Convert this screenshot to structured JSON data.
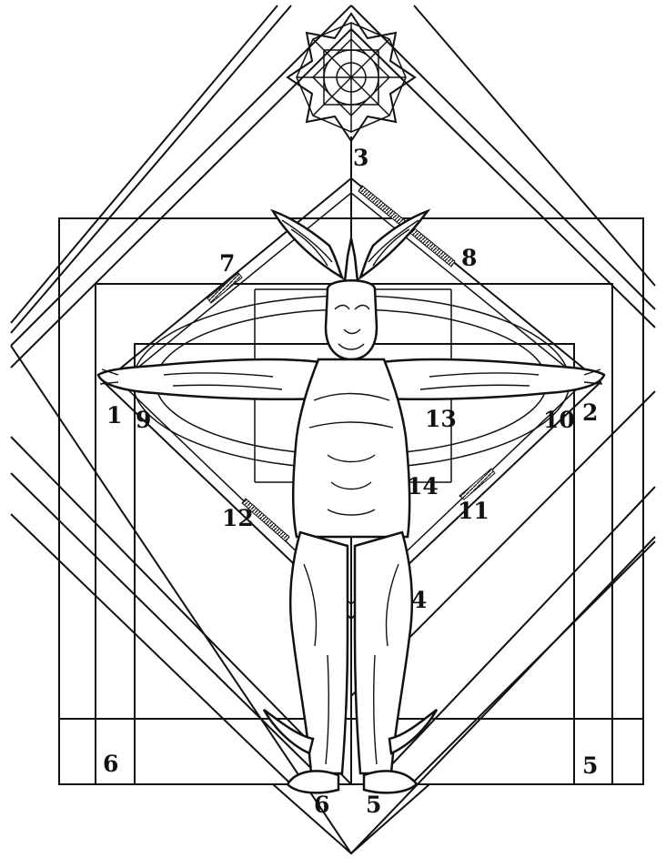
{
  "labels": {
    "l1": "1",
    "l2": "2",
    "l3": "3",
    "l4": "4",
    "l5a": "5",
    "l5b": "5",
    "l6a": "6",
    "l6b": "6",
    "l7": "7",
    "l8": "8",
    "l9": "9",
    "l10": "10",
    "l11": "11",
    "l12": "12",
    "l13": "13",
    "l14": "14"
  },
  "colors": {
    "ink": "#111111",
    "paper": "#ffffff"
  },
  "icons": {
    "star": "eight-pointed-star-icon",
    "figure": "horned-figure-icon"
  }
}
